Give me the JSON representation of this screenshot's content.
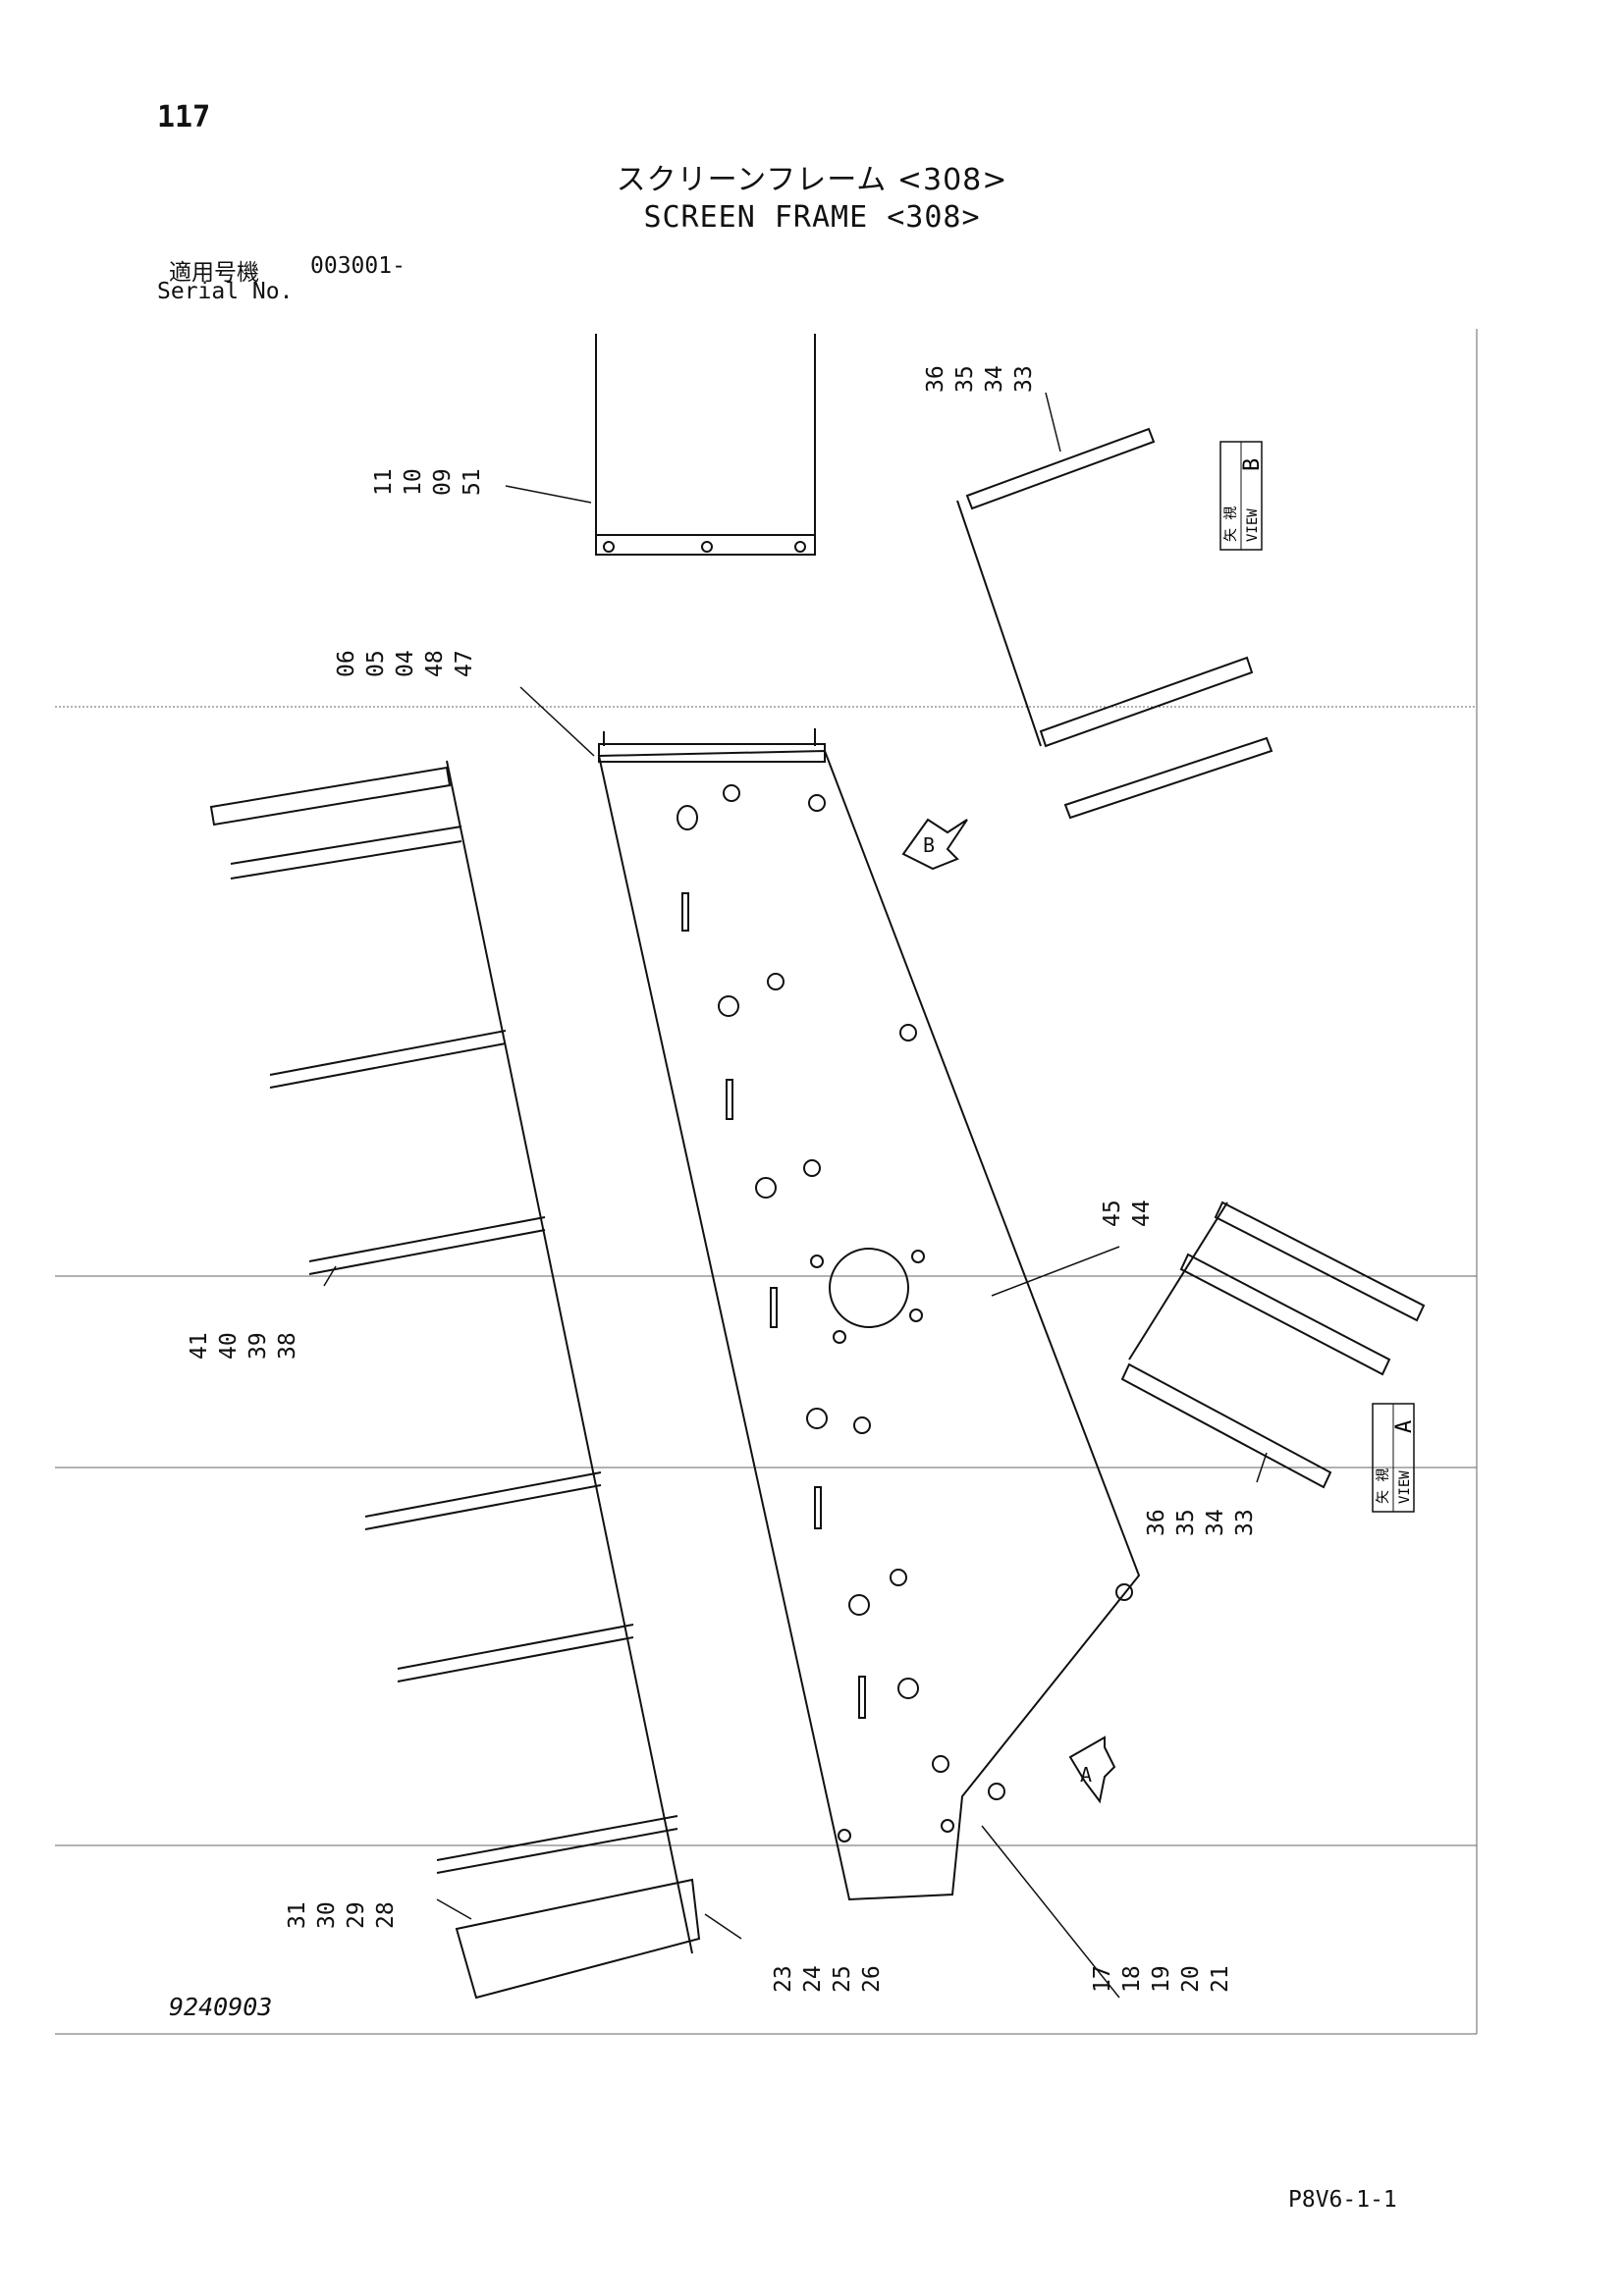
{
  "header": {
    "page_number": "117",
    "title_jp": "スクリーンフレーム <308>",
    "title_en": "SCREEN FRAME <308>",
    "serial_label_jp": "適用号機",
    "serial_value": "003001-",
    "serial_label_en": "Serial No."
  },
  "callouts": {
    "c_11_51": [
      "11",
      "10",
      "09",
      "51"
    ],
    "c_36_33_top": [
      "36",
      "35",
      "34",
      "33"
    ],
    "c_06_47": [
      "06",
      "05",
      "04",
      "48",
      "47"
    ],
    "c_41_38": [
      "41",
      "40",
      "39",
      "38"
    ],
    "c_45_44": [
      "45",
      "44"
    ],
    "c_36_33_right": [
      "36",
      "35",
      "34",
      "33"
    ],
    "c_31_28": [
      "31",
      "30",
      "29",
      "28"
    ],
    "c_23_26": [
      "23",
      "24",
      "25",
      "26"
    ],
    "c_17_21": [
      "17",
      "18",
      "19",
      "20",
      "21"
    ]
  },
  "view_b": {
    "jp": "矢 視",
    "en": "VIEW",
    "letter": "B"
  },
  "view_a": {
    "jp": "矢 視",
    "en": "VIEW",
    "letter": "A"
  },
  "arrow_b_letter": "B",
  "arrow_a_letter": "A",
  "footer": {
    "drawing_no": "9240903",
    "page_code": "P8V6-1-1"
  }
}
